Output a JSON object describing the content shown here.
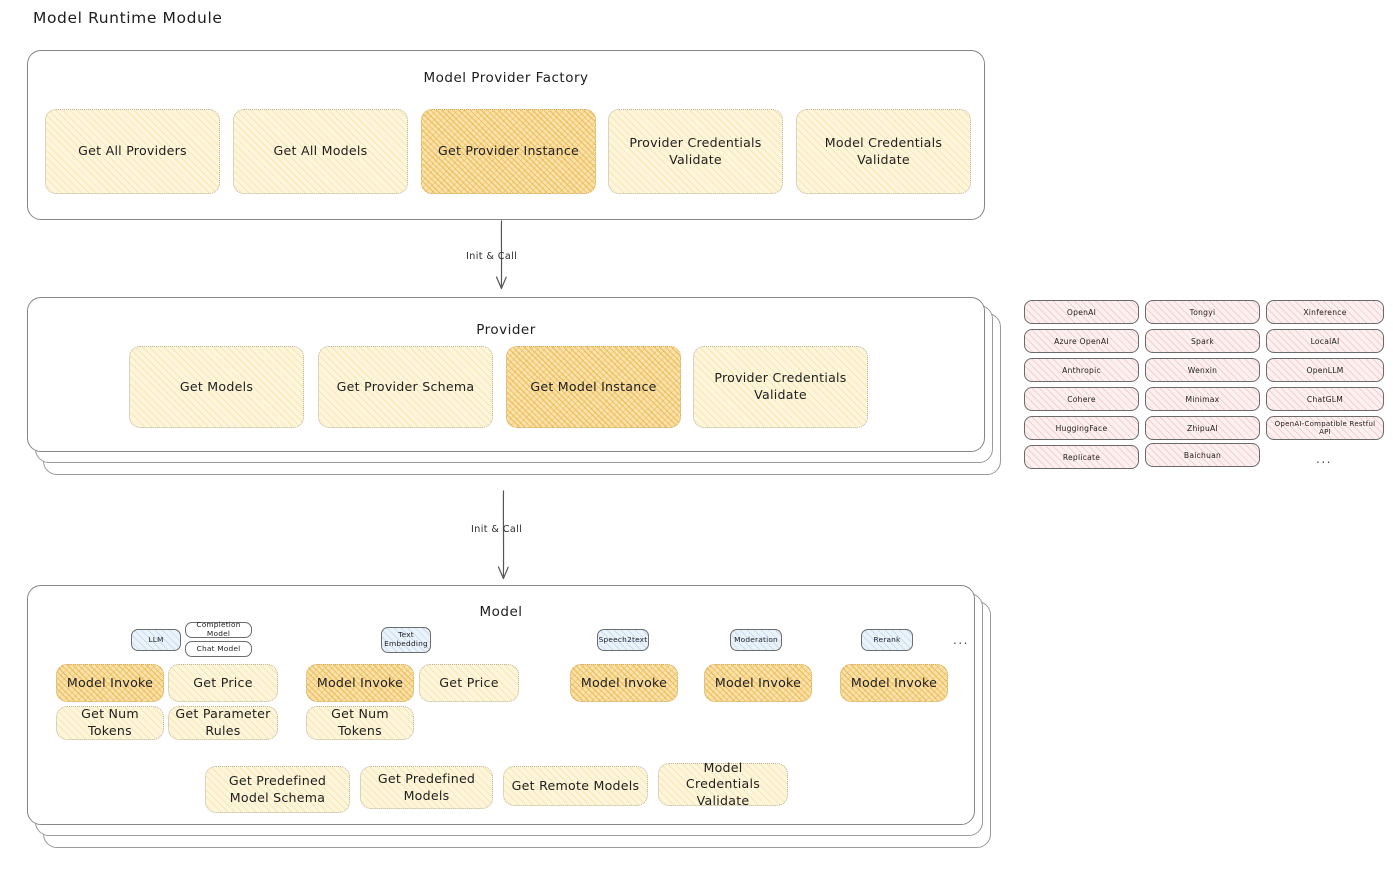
{
  "title": "Model Runtime Module",
  "colors": {
    "fill_light": "#fdf5dc",
    "fill_strong": "#fae3ae",
    "fill_pink": "#fdf0f0",
    "fill_blue": "#eaf3fb",
    "stroke": "#868686",
    "text": "#1e1e1e"
  },
  "factory": {
    "title": "Model Provider Factory",
    "boxes": [
      {
        "label": "Get All Providers",
        "highlighted": false
      },
      {
        "label": "Get All Models",
        "highlighted": false
      },
      {
        "label": "Get Provider Instance",
        "highlighted": true
      },
      {
        "label": "Provider Credentials Validate",
        "highlighted": false
      },
      {
        "label": "Model Credentials Validate",
        "highlighted": false
      }
    ]
  },
  "arrows": [
    {
      "label": "Init & Call"
    },
    {
      "label": "Init & Call"
    }
  ],
  "provider": {
    "title": "Provider",
    "boxes": [
      {
        "label": "Get Models",
        "highlighted": false
      },
      {
        "label": "Get Provider Schema",
        "highlighted": false
      },
      {
        "label": "Get Model Instance",
        "highlighted": true
      },
      {
        "label": "Provider Credentials Validate",
        "highlighted": false
      }
    ]
  },
  "provider_list": {
    "ellipsis": "...",
    "columns": [
      [
        "OpenAI",
        "Azure OpenAI",
        "Anthropic",
        "Cohere",
        "HuggingFace",
        "Replicate"
      ],
      [
        "Tongyi",
        "Spark",
        "Wenxin",
        "Minimax",
        "ZhipuAI",
        "Baichuan"
      ],
      [
        "Xinference",
        "LocalAI",
        "OpenLLM",
        "ChatGLM",
        "OpenAI-Compatible Restful API"
      ]
    ]
  },
  "model": {
    "title": "Model",
    "ellipsis": "...",
    "types": [
      {
        "badge": "LLM",
        "sub_badges": [
          "Completion Model",
          "Chat Model"
        ],
        "methods": [
          {
            "label": "Model Invoke",
            "highlighted": true
          },
          {
            "label": "Get Price",
            "highlighted": false
          },
          {
            "label": "Get Num Tokens",
            "highlighted": false
          },
          {
            "label": "Get Parameter Rules",
            "highlighted": false
          }
        ]
      },
      {
        "badge": "Text Embedding",
        "sub_badges": [],
        "methods": [
          {
            "label": "Model Invoke",
            "highlighted": true
          },
          {
            "label": "Get Price",
            "highlighted": false
          },
          {
            "label": "Get Num Tokens",
            "highlighted": false
          }
        ]
      },
      {
        "badge": "Speech2text",
        "sub_badges": [],
        "methods": [
          {
            "label": "Model Invoke",
            "highlighted": true
          }
        ]
      },
      {
        "badge": "Moderation",
        "sub_badges": [],
        "methods": [
          {
            "label": "Model Invoke",
            "highlighted": true
          }
        ]
      },
      {
        "badge": "Rerank",
        "sub_badges": [],
        "methods": [
          {
            "label": "Model Invoke",
            "highlighted": true
          }
        ]
      }
    ],
    "common_methods": [
      {
        "label": "Get Predefined Model Schema"
      },
      {
        "label": "Get Predefined Models"
      },
      {
        "label": "Get Remote Models"
      },
      {
        "label": "Model Credentials Validate"
      }
    ]
  }
}
